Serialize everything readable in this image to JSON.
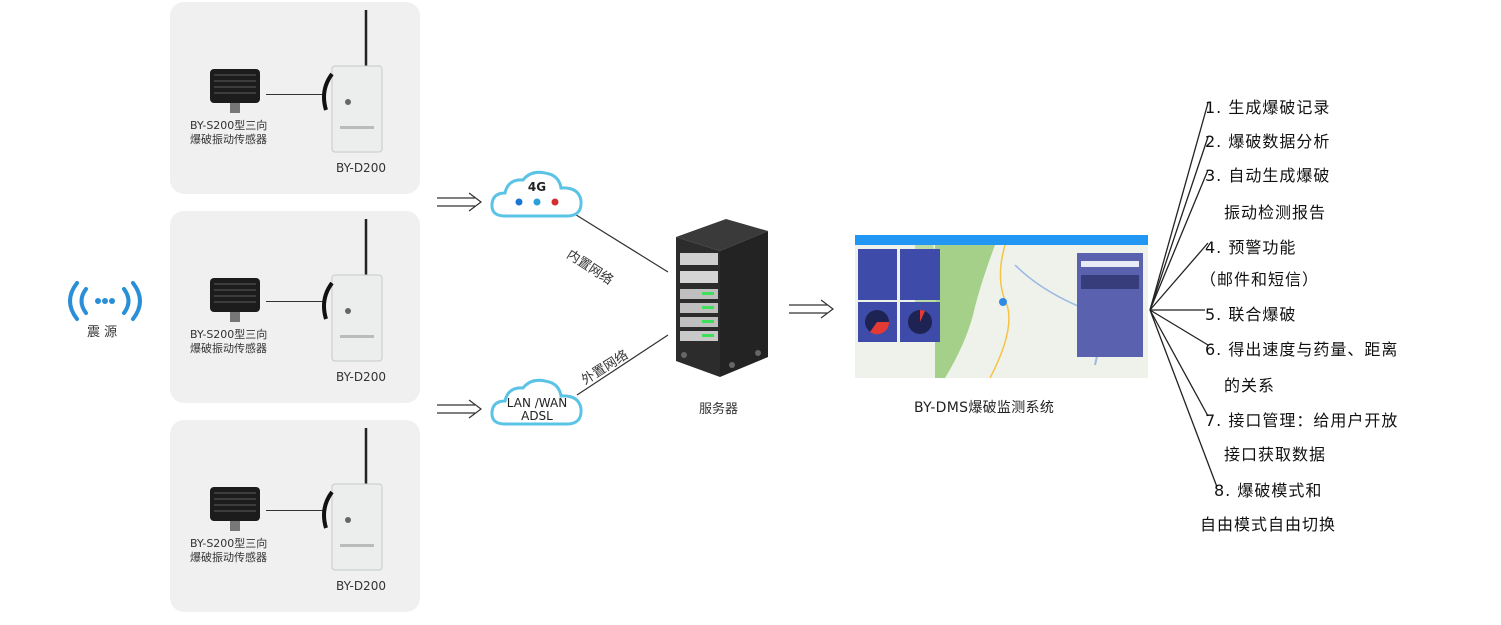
{
  "source": {
    "label": "震 源"
  },
  "cards": [
    {
      "sensor_line1": "BY-S200型三向",
      "sensor_line2": "爆破振动传感器",
      "device": "BY-D200"
    },
    {
      "sensor_line1": "BY-S200型三向",
      "sensor_line2": "爆破振动传感器",
      "device": "BY-D200"
    },
    {
      "sensor_line1": "BY-S200型三向",
      "sensor_line2": "爆破振动传感器",
      "device": "BY-D200"
    }
  ],
  "clouds": {
    "top": {
      "title": "4G"
    },
    "bottom": {
      "line1": "LAN /WAN",
      "line2": "ADSL"
    }
  },
  "network_labels": {
    "inner": "内置网络",
    "outer": "外置网络"
  },
  "server": {
    "label": "服务器"
  },
  "system": {
    "label": "BY-DMS爆破监测系统"
  },
  "features": [
    "1. 生成爆破记录",
    "2. 爆破数据分析",
    "3. 自动生成爆破",
    "振动检测报告",
    "4. 预警功能",
    "（邮件和短信）",
    "5. 联合爆破",
    "6. 得出速度与药量、距离",
    "的关系",
    "7. 接口管理：给用户开放",
    "接口获取数据",
    "8.  爆破模式和",
    "自由模式自由切换"
  ],
  "colors": {
    "card_bg": "#f0f0f0",
    "signal_blue": "#2a8fd6",
    "cloud_blue": "#5bc3e6",
    "panel_blue": "#5a62b0"
  },
  "icons": {
    "source": "signal-wave-icon",
    "cloud": "cloud-icon",
    "server": "server-rack-icon",
    "arrow": "double-arrow-icon"
  }
}
